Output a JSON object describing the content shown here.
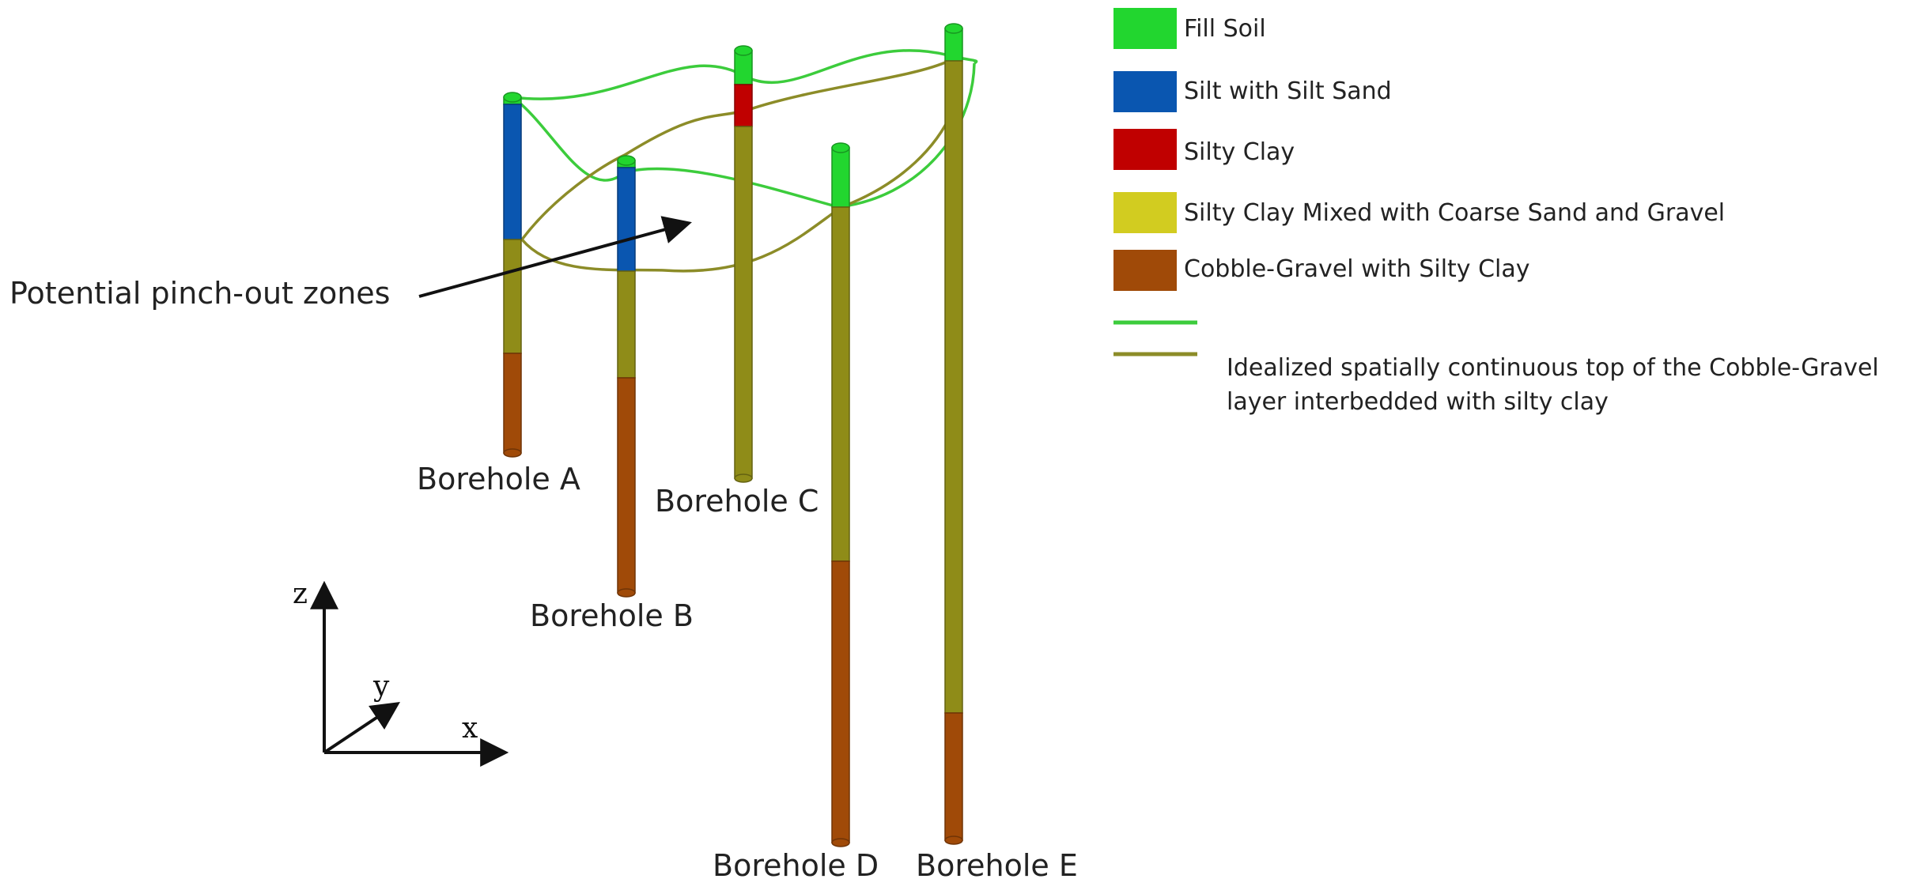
{
  "colors": {
    "fill_soil": "#22d62f",
    "silt": "#0a56b0",
    "silty_clay": "#c00000",
    "mixed": "#8f8c18",
    "mixed_legend": "#d2cc20",
    "cobble": "#a04a08",
    "line_fill": "#3ccc3c",
    "line_cobble": "#8c8c28"
  },
  "annotation": {
    "pinch_out": "Potential pinch-out zones"
  },
  "axes": {
    "x": "x",
    "y": "y",
    "z": "z"
  },
  "boreholes": [
    {
      "id": "A",
      "label": "Borehole A",
      "layers": [
        "fill_soil",
        "silt",
        "mixed",
        "cobble"
      ]
    },
    {
      "id": "B",
      "label": "Borehole B",
      "layers": [
        "fill_soil",
        "silt",
        "mixed",
        "cobble"
      ]
    },
    {
      "id": "C",
      "label": "Borehole C",
      "layers": [
        "fill_soil",
        "silty_clay",
        "mixed"
      ]
    },
    {
      "id": "D",
      "label": "Borehole D",
      "layers": [
        "fill_soil",
        "mixed",
        "cobble"
      ]
    },
    {
      "id": "E",
      "label": "Borehole E",
      "layers": [
        "fill_soil",
        "mixed",
        "cobble"
      ]
    }
  ],
  "legend": {
    "items": [
      {
        "key": "fill_soil",
        "label": "Fill Soil"
      },
      {
        "key": "silt",
        "label": "Silt with Silt Sand"
      },
      {
        "key": "silty_clay",
        "label": "Silty Clay"
      },
      {
        "key": "mixed",
        "label": "Silty Clay Mixed with Coarse Sand and Gravel"
      },
      {
        "key": "cobble",
        "label": "Cobble-Gravel with Silty Clay"
      }
    ],
    "line_fill_label": "",
    "line_cobble_label_1": "Idealized spatially continuous top of the Cobble-Gravel",
    "line_cobble_label_2": "layer interbedded with silty clay"
  }
}
